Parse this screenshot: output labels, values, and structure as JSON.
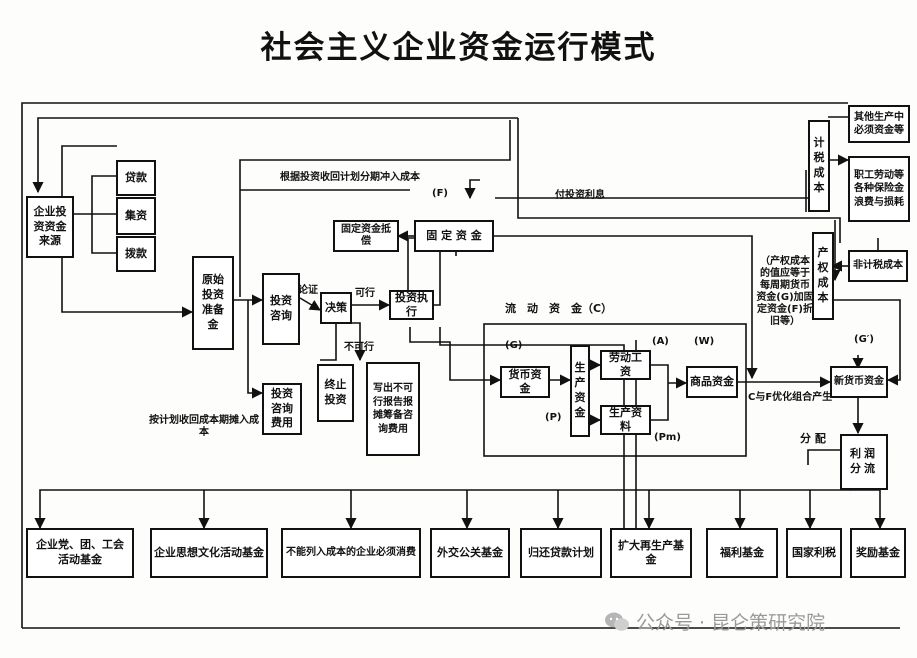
{
  "title": "社会主义企业资金运行模式",
  "boxes": {
    "funding_source": "企业投资资金来源",
    "loan": "贷款",
    "raised": "集资",
    "allocated": "拨款",
    "initial_prep": "原始投资准备金",
    "consulting": "投资咨询",
    "consult_fee": "投资咨询费用",
    "decision": "决策",
    "terminate": "终止投资",
    "report": "写出不可行报告报摊筹备咨询费用",
    "execute": "投资执行",
    "fixed_capital": "固 定 资 金",
    "fixed_offset": "固定资金抵偿",
    "tax_cost": "计税成本",
    "other_production": "其他生产中必须资金等",
    "labor_insurance": "职工劳动等各种保险金浪费与损耗",
    "property_cost": "产权成本",
    "non_tax_cost": "非计税成本",
    "monetary": "货币资金",
    "production_capital": "生产资金",
    "labor_wages": "劳动工资",
    "production_materials": "生产资料",
    "commodity": "商品资金",
    "new_monetary": "新货币资金",
    "profit_distribution": "利润分流",
    "party_union": "企业党、团、工会活动基金",
    "ideology_culture": "企业思想文化活动基金",
    "non_cost_consumption": "不能列入成本的企业必须消费",
    "public_relations": "外交公关基金",
    "loan_repayment": "归还贷款计划",
    "expansion": "扩大再生产基金",
    "welfare": "福利基金",
    "state_tax": "国家利税",
    "bonus": "奖励基金"
  },
  "labels": {
    "offset_plan": "根据投资收回计划分期冲入成本",
    "f_mark": "(F)",
    "interest": "付投资利息",
    "demonstration": "论证",
    "feasible": "可行",
    "infeasible": "不可行",
    "working_capital": "流　动　资　金（C）",
    "g_mark": "(G)",
    "a_mark": "(A)",
    "w_mark": "(W)",
    "p_mark": "(P)",
    "pm_mark": "(Pm)",
    "cost_equation": "（产权成本的值应等于每周期货币资金(G)加固定资金(F)折旧等）",
    "g_prime": "(G′)",
    "optimization": "C与F优化组合产生",
    "distribution": "分 配",
    "cost_amortize": "按计划收回成本期摊入成本"
  },
  "watermark": {
    "text": "公众号 · 昆仑策研究院",
    "icon": "wechat-icon"
  }
}
